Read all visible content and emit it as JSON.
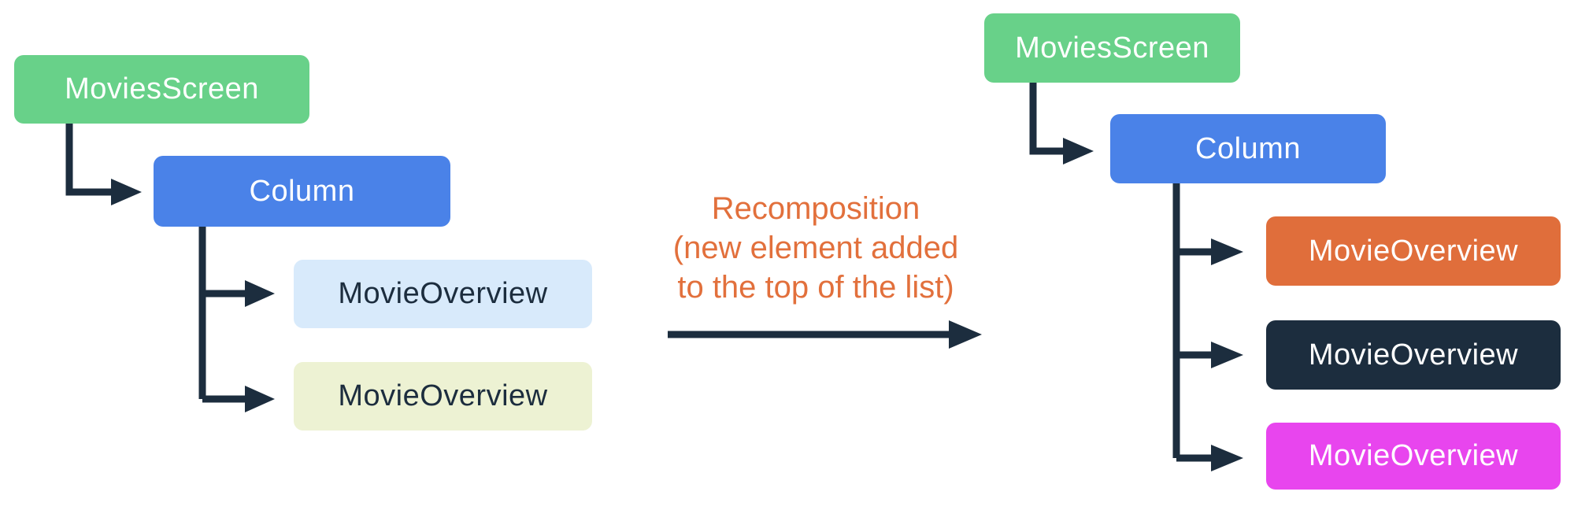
{
  "colors": {
    "connector": "#1C2D3E",
    "background": "#FFFFFF"
  },
  "annotation": {
    "lines": [
      "Recomposition",
      "(new element added",
      "to the top of the list)"
    ],
    "color": "#E2703C"
  },
  "left_tree": {
    "nodes": [
      {
        "label": "MoviesScreen",
        "bg": "#68D189",
        "text": "#FFFFFF"
      },
      {
        "label": "Column",
        "bg": "#4A82E8",
        "text": "#FFFFFF"
      },
      {
        "label": "MovieOverview",
        "bg": "#D8EAFB",
        "text": "#1C2D3E"
      },
      {
        "label": "MovieOverview",
        "bg": "#EDF2D3",
        "text": "#1C2D3E"
      }
    ]
  },
  "right_tree": {
    "nodes": [
      {
        "label": "MoviesScreen",
        "bg": "#68D189",
        "text": "#FFFFFF"
      },
      {
        "label": "Column",
        "bg": "#4A82E8",
        "text": "#FFFFFF"
      },
      {
        "label": "MovieOverview",
        "bg": "#E06E3B",
        "text": "#FFFFFF"
      },
      {
        "label": "MovieOverview",
        "bg": "#1C2D3E",
        "text": "#FFFFFF"
      },
      {
        "label": "MovieOverview",
        "bg": "#E845EE",
        "text": "#FFFFFF"
      }
    ]
  }
}
